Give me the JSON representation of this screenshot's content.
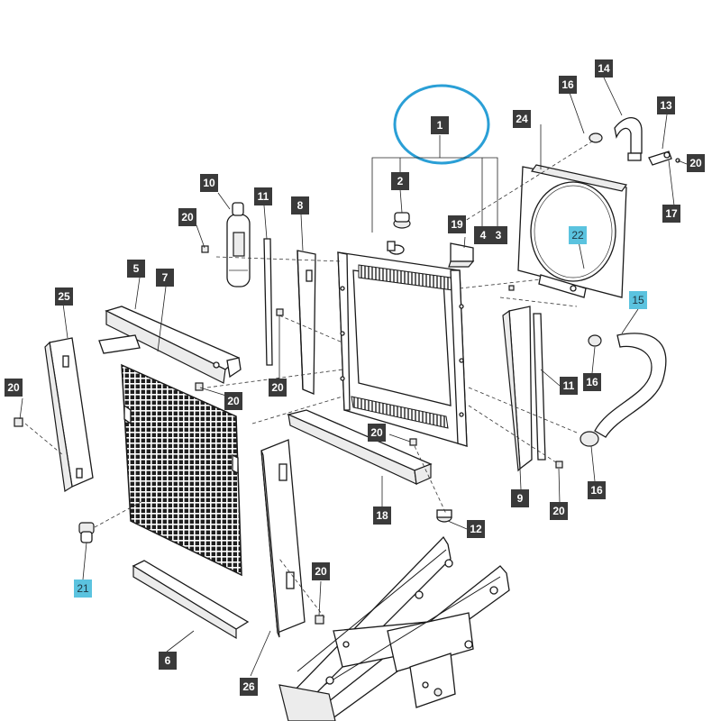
{
  "diagram": {
    "colors": {
      "callout_dark": "#3a3a3a",
      "callout_highlight": "#5bc3df",
      "ellipse_highlight": "#2a9fd6"
    },
    "callouts": [
      {
        "id": "c1",
        "text": "1",
        "highlight": false
      },
      {
        "id": "c2",
        "text": "2",
        "highlight": false
      },
      {
        "id": "c3",
        "text": "3",
        "highlight": false
      },
      {
        "id": "c4",
        "text": "4",
        "highlight": false
      },
      {
        "id": "c5",
        "text": "5",
        "highlight": false
      },
      {
        "id": "c6",
        "text": "6",
        "highlight": false
      },
      {
        "id": "c7",
        "text": "7",
        "highlight": false
      },
      {
        "id": "c8",
        "text": "8",
        "highlight": false
      },
      {
        "id": "c9",
        "text": "9",
        "highlight": false
      },
      {
        "id": "c10",
        "text": "10",
        "highlight": false
      },
      {
        "id": "c11a",
        "text": "11",
        "highlight": false
      },
      {
        "id": "c11b",
        "text": "11",
        "highlight": false
      },
      {
        "id": "c12",
        "text": "12",
        "highlight": false
      },
      {
        "id": "c13",
        "text": "13",
        "highlight": false
      },
      {
        "id": "c14",
        "text": "14",
        "highlight": false
      },
      {
        "id": "c15",
        "text": "15",
        "highlight": true
      },
      {
        "id": "c16a",
        "text": "16",
        "highlight": false
      },
      {
        "id": "c16b",
        "text": "16",
        "highlight": false
      },
      {
        "id": "c16c",
        "text": "16",
        "highlight": false
      },
      {
        "id": "c17",
        "text": "17",
        "highlight": false
      },
      {
        "id": "c18",
        "text": "18",
        "highlight": false
      },
      {
        "id": "c19",
        "text": "19",
        "highlight": false
      },
      {
        "id": "c20a",
        "text": "20",
        "highlight": false
      },
      {
        "id": "c20b",
        "text": "20",
        "highlight": false
      },
      {
        "id": "c20c",
        "text": "20",
        "highlight": false
      },
      {
        "id": "c20d",
        "text": "20",
        "highlight": false
      },
      {
        "id": "c20e",
        "text": "20",
        "highlight": false
      },
      {
        "id": "c20f",
        "text": "20",
        "highlight": false
      },
      {
        "id": "c20g",
        "text": "20",
        "highlight": false
      },
      {
        "id": "c20h",
        "text": "20",
        "highlight": false
      },
      {
        "id": "c21",
        "text": "21",
        "highlight": true
      },
      {
        "id": "c22",
        "text": "22",
        "highlight": true
      },
      {
        "id": "c24",
        "text": "24",
        "highlight": false
      },
      {
        "id": "c25",
        "text": "25",
        "highlight": false
      },
      {
        "id": "c26",
        "text": "26",
        "highlight": false
      }
    ]
  }
}
